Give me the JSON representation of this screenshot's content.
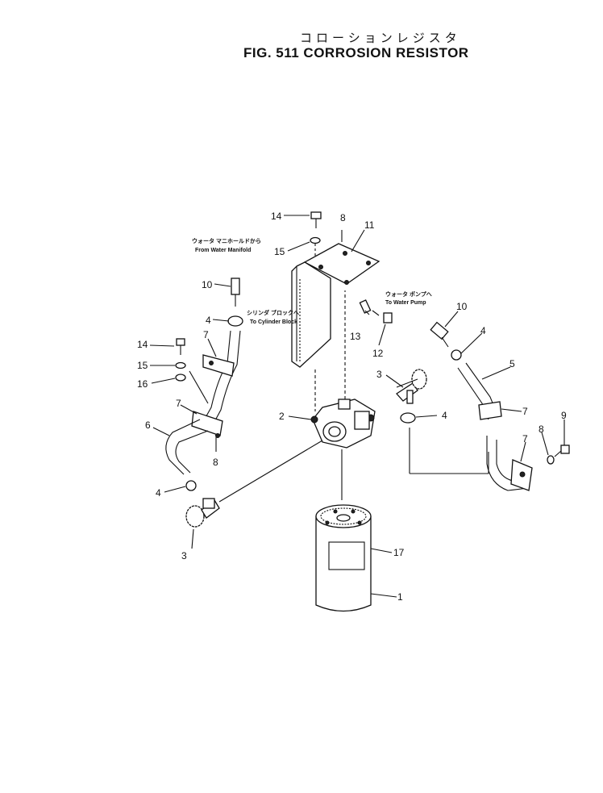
{
  "title": {
    "japanese": "コローションレジスタ",
    "english": "FIG. 511 CORROSION RESISTOR"
  },
  "notes": {
    "from_manifold_jp": "ウォータ マニホールドから",
    "from_manifold_en": "From Water Manifold",
    "to_block_jp": "シリンダ ブロックへ",
    "to_block_en": "To Cylinder Block",
    "to_pump_jp": "ウォータ ポンプへ",
    "to_pump_en": "To Water Pump"
  },
  "callouts": {
    "c1": "1",
    "c2": "2",
    "c3a": "3",
    "c3b": "3",
    "c4a": "4",
    "c4b": "4",
    "c4c": "4",
    "c4d": "4",
    "c5": "5",
    "c6": "6",
    "c7a": "7",
    "c7b": "7",
    "c7c": "7",
    "c7d": "7",
    "c8a": "8",
    "c8b": "8",
    "c8c": "8",
    "c9": "9",
    "c10a": "10",
    "c10b": "10",
    "c11": "11",
    "c12": "12",
    "c13": "13",
    "c14a": "14",
    "c14b": "14",
    "c15a": "15",
    "c15b": "15",
    "c16": "16",
    "c17": "17"
  }
}
